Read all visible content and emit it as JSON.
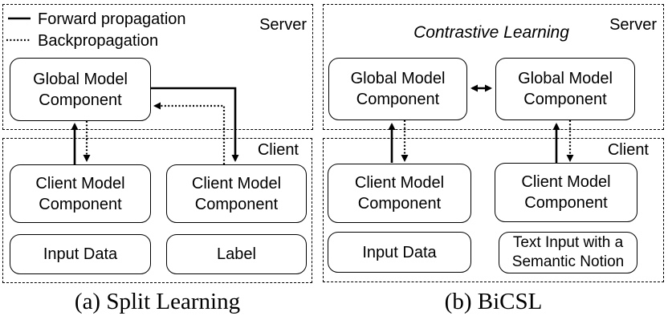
{
  "colors": {
    "ink": "#000000",
    "background": "#ffffff"
  },
  "panel_a": {
    "caption": "(a) Split Learning",
    "legend": {
      "forward_label": "Forward propagation",
      "backprop_label": "Backpropagation"
    },
    "server_label": "Server",
    "client_label": "Client",
    "boxes": {
      "global": "Global Model\nComponent",
      "client_left": "Client Model\nComponent",
      "client_right": "Client Model\nComponent",
      "input": "Input Data",
      "label": "Label"
    }
  },
  "panel_b": {
    "caption": "(b) BiCSL",
    "server_title": "Contrastive Learning",
    "server_label": "Server",
    "client_label": "Client",
    "boxes": {
      "global_left": "Global Model\nComponent",
      "global_right": "Global Model\nComponent",
      "client_left": "Client Model\nComponent",
      "client_right": "Client Model\nComponent",
      "input": "Input Data",
      "text_input": "Text Input with a\nSemantic Notion"
    }
  }
}
